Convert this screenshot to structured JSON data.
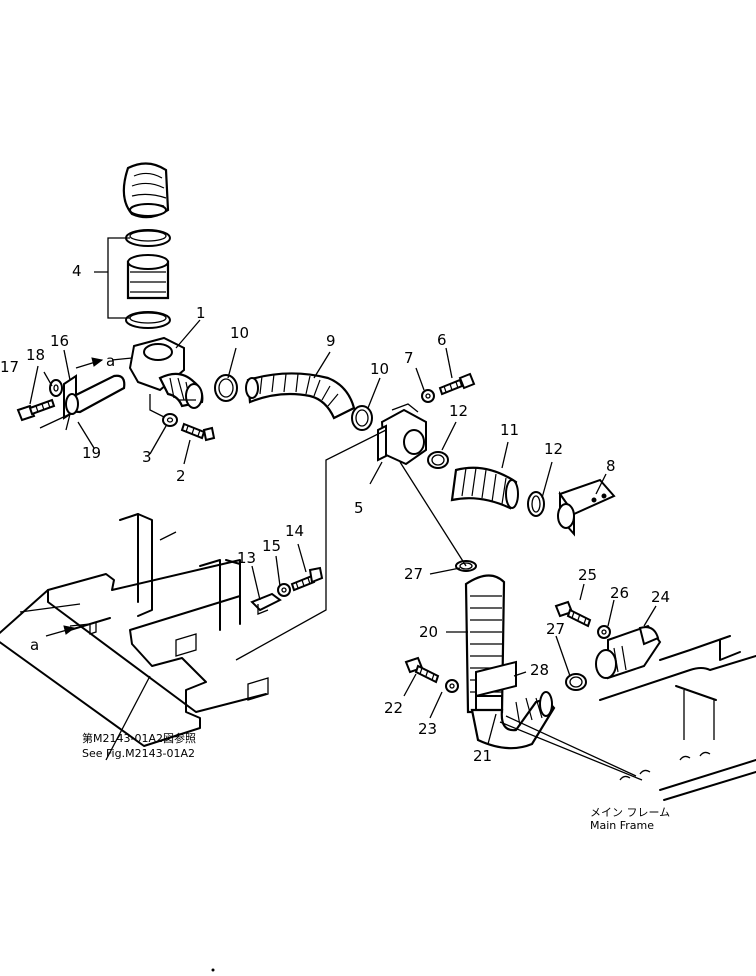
{
  "callouts": [
    "1",
    "2",
    "3",
    "4",
    "5",
    "6",
    "7",
    "8",
    "9",
    "10",
    "10",
    "11",
    "12",
    "12",
    "13",
    "14",
    "15",
    "16",
    "17",
    "18",
    "19",
    "20",
    "21",
    "22",
    "23",
    "24",
    "25",
    "26",
    "27",
    "27",
    "28"
  ],
  "view_markers": {
    "a_top": "a",
    "a_left": "a"
  },
  "reference_note": {
    "jp": "第M2143-01A2図参照",
    "en": "See Fig.M2143-01A2"
  },
  "frame_note": {
    "jp": "メイン フレーム",
    "en": "Main Frame"
  }
}
